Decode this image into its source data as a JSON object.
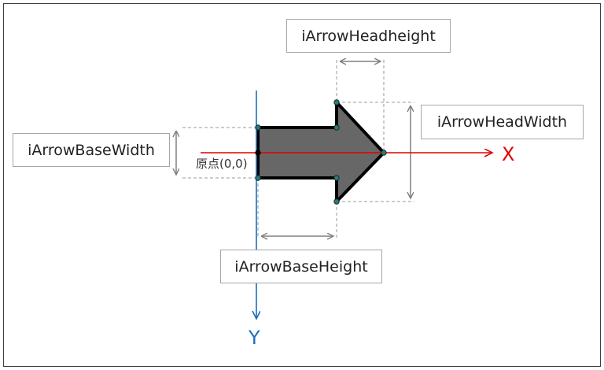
{
  "labels": {
    "head_height": "iArrowHeadheight",
    "head_width": "iArrowHeadWidth",
    "base_width": "iArrowBaseWidth",
    "base_height": "iArrowBaseHeight",
    "origin": "原点(0,0)",
    "x_axis": "X",
    "y_axis": "Y"
  },
  "colors": {
    "x_axis": "#e00000",
    "y_axis": "#1a6fba",
    "arrow_fill": "#676767",
    "arrow_stroke": "#000000",
    "vertex": "#2a7a78",
    "dimension": "#808080"
  }
}
